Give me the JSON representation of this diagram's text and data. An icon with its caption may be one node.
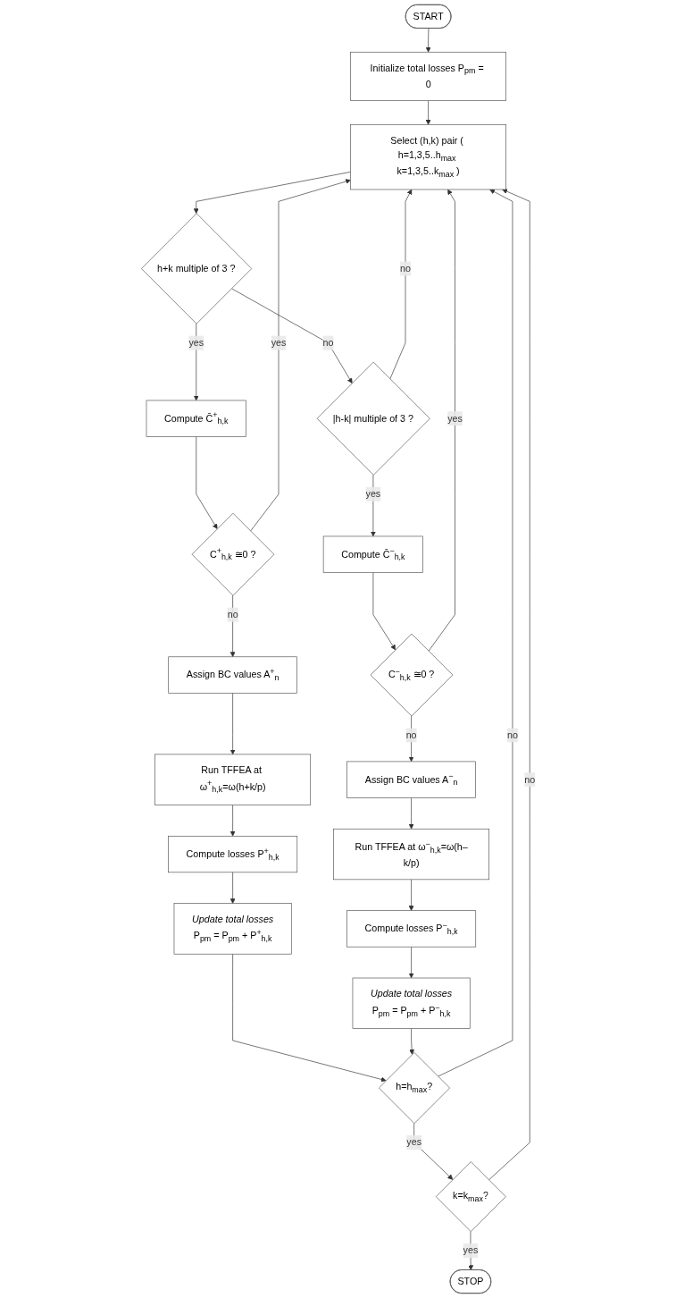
{
  "diagram": {
    "nodes": [
      {
        "text": [
          "START"
        ]
      },
      {
        "text": [
          "Initialize total losses P$_{pm}$ = 0"
        ]
      },
      {
        "text": [
          "Select (h,k) pair ( h=1,3,5..h$_{max}$ k=1,3,5..k$_{max}$ )"
        ]
      },
      {
        "text": [
          "h+k multiple of 3 ?"
        ]
      },
      {
        "text": [
          "|h-k| multiple of 3 ?"
        ]
      },
      {
        "text": [
          "Compute C̄$^{+}$$_{h,k}$"
        ]
      },
      {
        "text": [
          "Compute C̄$^{−}$$_{h,k}$"
        ]
      },
      {
        "text": [
          "C$^{+}$$_{h,k}$ ≅0 ?"
        ]
      },
      {
        "text": [
          "C$^{−}$$_{h,k}$ ≅0 ?"
        ]
      },
      {
        "text": [
          "Assign BC values A$^{+}$$_{n}$"
        ]
      },
      {
        "text": [
          "Assign BC values A$^{−}$$_{n}$"
        ]
      },
      {
        "text": [
          "Run TFFEA at ω$^{+}$$_{h,k}$=ω(h+k/p)"
        ]
      },
      {
        "text": [
          "Run TFFEA at ω$^{−}$$_{h,k}$=ω(h–k/p)"
        ]
      },
      {
        "text": [
          "Compute losses P$^{+}$$_{h,k}$"
        ]
      },
      {
        "text": [
          "Compute losses P$^{−}$$_{h,k}$"
        ]
      },
      {
        "text": [
          "Update total losses",
          "P$_{pm}$ = P$_{pm}$ + P$^{+}$$_{h,k}$"
        ]
      },
      {
        "text": [
          "Update total losses",
          "P$_{pm}$ = P$_{pm}$ + P$^{−}$$_{h,k}$"
        ]
      },
      {
        "text": [
          "h=h$_{max}$?"
        ]
      },
      {
        "text": [
          "k=k$_{max}$?"
        ]
      },
      {
        "text": [
          "STOP"
        ]
      }
    ],
    "edges": [
      {
        "from": 0,
        "to": 1,
        "arrow": "to"
      },
      {
        "from": 1,
        "to": 2,
        "arrow": "to"
      },
      {
        "from": 2,
        "to": 3,
        "arrow": "to"
      },
      {
        "from": 3,
        "to": 4,
        "arrow": "to",
        "label": "no"
      },
      {
        "from": 4,
        "to": 2,
        "arrow": "to",
        "label": "no"
      },
      {
        "from": 3,
        "to": 5,
        "arrow": "to",
        "label": "yes"
      },
      {
        "from": 4,
        "to": 6,
        "arrow": "to",
        "label": "yes"
      },
      {
        "from": 5,
        "to": 7,
        "arrow": "to"
      },
      {
        "from": 6,
        "to": 8,
        "arrow": "to"
      },
      {
        "from": 7,
        "to": 2,
        "arrow": "to",
        "label": "yes"
      },
      {
        "from": 8,
        "to": 2,
        "arrow": "to",
        "label": "yes"
      },
      {
        "from": 7,
        "to": 9,
        "arrow": "to",
        "label": "no"
      },
      {
        "from": 8,
        "to": 10,
        "arrow": "to",
        "label": "no"
      },
      {
        "from": 9,
        "to": 11,
        "arrow": "to"
      },
      {
        "from": 10,
        "to": 12,
        "arrow": "to"
      },
      {
        "from": 11,
        "to": 13,
        "arrow": "to"
      },
      {
        "from": 12,
        "to": 14,
        "arrow": "to"
      },
      {
        "from": 13,
        "to": 15,
        "arrow": "to"
      },
      {
        "from": 14,
        "to": 16,
        "arrow": "to"
      },
      {
        "from": 15,
        "to": 17,
        "arrow": "to"
      },
      {
        "from": 16,
        "to": 17,
        "arrow": "to"
      },
      {
        "from": 17,
        "to": 18,
        "arrow": "to",
        "label": "yes"
      },
      {
        "from": 17,
        "to": 2,
        "arrow": "to",
        "label": "no"
      },
      {
        "from": 18,
        "to": 2,
        "arrow": "to",
        "label": "no"
      },
      {
        "from": 18,
        "to": 19,
        "arrow": "to",
        "label": "yes"
      }
    ]
  }
}
